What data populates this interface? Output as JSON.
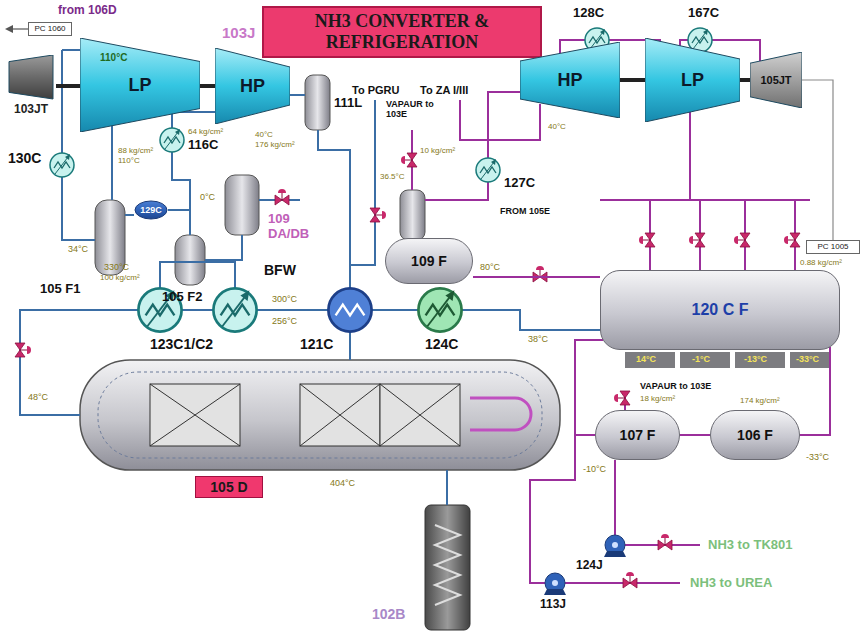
{
  "diagram": {
    "title": "NH3 CONVERTER & REFRIGERATION",
    "nodes": [
      {
        "text": [
          "PC 1060"
        ]
      },
      {
        "text": [
          "103JT"
        ]
      },
      {
        "text": [
          "LP"
        ]
      },
      {
        "text": [
          "HP"
        ]
      },
      {
        "text": [
          "HP"
        ]
      },
      {
        "text": [
          "LP"
        ]
      },
      {
        "text": [
          "105JT"
        ]
      },
      {
        "text": [
          "129C"
        ]
      },
      {
        "text": [
          "109 F"
        ]
      },
      {
        "text": [
          "120 C F"
        ]
      },
      {
        "text": [
          "PC 1005"
        ]
      },
      {
        "text": [
          "107 F"
        ]
      },
      {
        "text": [
          "106 F"
        ]
      },
      {
        "text": [
          "105 D"
        ]
      }
    ],
    "edges": [
      {
        "from": 1,
        "to": 2,
        "arrow": "none"
      },
      {
        "from": 2,
        "to": 3,
        "arrow": "none"
      },
      {
        "from": 4,
        "to": 5,
        "arrow": "none"
      },
      {
        "from": 5,
        "to": 6,
        "arrow": "none"
      },
      {
        "from": 8,
        "to": 9,
        "arrow": "none"
      },
      {
        "from": 12,
        "to": 11,
        "arrow": "none"
      }
    ],
    "labels": [
      "from 106D",
      "103J",
      "130C",
      "88 kg/cm²",
      "110°C",
      "110°C",
      "64 kg/cm²",
      "116C",
      "111L",
      "40°C",
      "176 kg/cm²",
      "105 F1",
      "105 F2",
      "109 DA/DB",
      "0°C",
      "34°C",
      "To PGRU",
      "To ZA I/III",
      "VAPAUR to 103E",
      "10 kg/cm²",
      "127C",
      "FROM 105E",
      "128C",
      "167C",
      "40°C",
      "0.88 kg/cm²",
      "14°C",
      "-1°C",
      "-13°C",
      "-33°C",
      "VAPAUR to 103E",
      "18 kg/cm²",
      "174 kg/cm²",
      "-33°C",
      "-10°C",
      "124J",
      "NH3 to TK801",
      "113J",
      "NH3 to UREA",
      "BFW",
      "123C1/C2",
      "121C",
      "124C",
      "330°C",
      "100 kg/cm²",
      "300°C",
      "256°C",
      "80°C",
      "36.5°C",
      "38°C",
      "48°C",
      "404°C",
      "102B"
    ]
  }
}
